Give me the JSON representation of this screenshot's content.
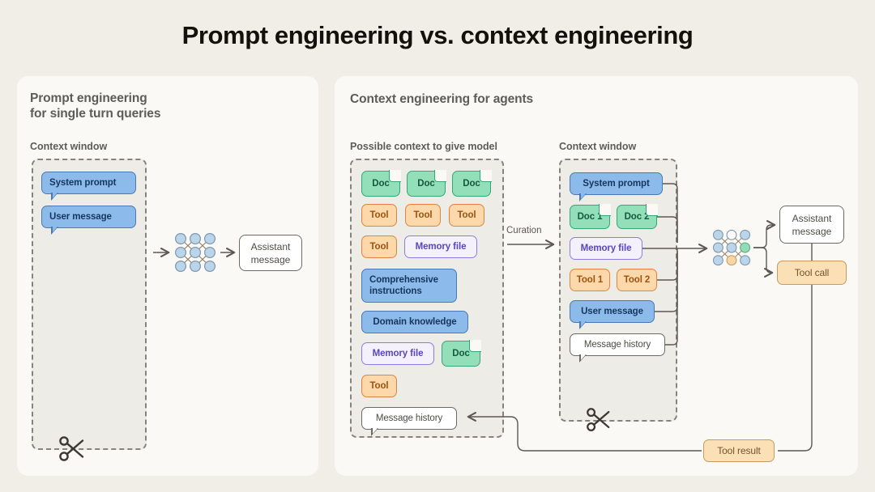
{
  "title": "Prompt engineering vs. context engineering",
  "colors": {
    "page_bg": "#f0eee7",
    "panel_bg": "#faf9f5",
    "context_window_bg": "#eeece6",
    "dashed_border": "#86837c",
    "blue": "#8cbbeb",
    "green": "#92dfba",
    "orange": "#fcd8ab",
    "purple": "#f4f1fd",
    "tool_call": "#fbe0b5"
  },
  "left_panel": {
    "title_line1": "Prompt engineering",
    "title_line2": "for single turn queries",
    "context_window_label": "Context window",
    "items": [
      {
        "label": "System prompt",
        "type": "blue-bubble"
      },
      {
        "label": "User message",
        "type": "blue-bubble"
      }
    ],
    "scissors_icon": "scissors-icon",
    "model_icon": "neural-network-icon",
    "output": {
      "line1": "Assistant",
      "line2": "message"
    }
  },
  "right_panel": {
    "title": "Context engineering for agents",
    "possible_context_label": "Possible context to give model",
    "context_window_label": "Context window",
    "curation_label": "Curation",
    "possible_context_items": [
      {
        "label": "Doc",
        "type": "doc"
      },
      {
        "label": "Doc",
        "type": "doc"
      },
      {
        "label": "Doc",
        "type": "doc"
      },
      {
        "label": "Tool",
        "type": "tool"
      },
      {
        "label": "Tool",
        "type": "tool"
      },
      {
        "label": "Tool",
        "type": "tool"
      },
      {
        "label": "Tool",
        "type": "tool"
      },
      {
        "label": "Memory file",
        "type": "memory"
      },
      {
        "label": "Comprehensive instructions",
        "type": "blue-bubble"
      },
      {
        "label": "Domain knowledge",
        "type": "blue-bubble"
      },
      {
        "label": "Memory file",
        "type": "memory"
      },
      {
        "label": "Doc",
        "type": "doc"
      },
      {
        "label": "Tool",
        "type": "tool"
      },
      {
        "label": "Message history",
        "type": "white-bubble"
      }
    ],
    "context_window_items": [
      {
        "label": "System prompt",
        "type": "blue-bubble"
      },
      {
        "label": "Doc 1",
        "type": "doc"
      },
      {
        "label": "Doc 2",
        "type": "doc"
      },
      {
        "label": "Memory file",
        "type": "memory"
      },
      {
        "label": "Tool 1",
        "type": "tool"
      },
      {
        "label": "Tool 2",
        "type": "tool"
      },
      {
        "label": "User message",
        "type": "blue-bubble"
      },
      {
        "label": "Message history",
        "type": "white-bubble"
      }
    ],
    "scissors_icon": "scissors-icon",
    "model_icon": "neural-network-icon",
    "outputs": [
      {
        "line1": "Assistant",
        "line2": "message"
      },
      {
        "label": "Tool call"
      }
    ],
    "tool_result_label": "Tool result"
  }
}
